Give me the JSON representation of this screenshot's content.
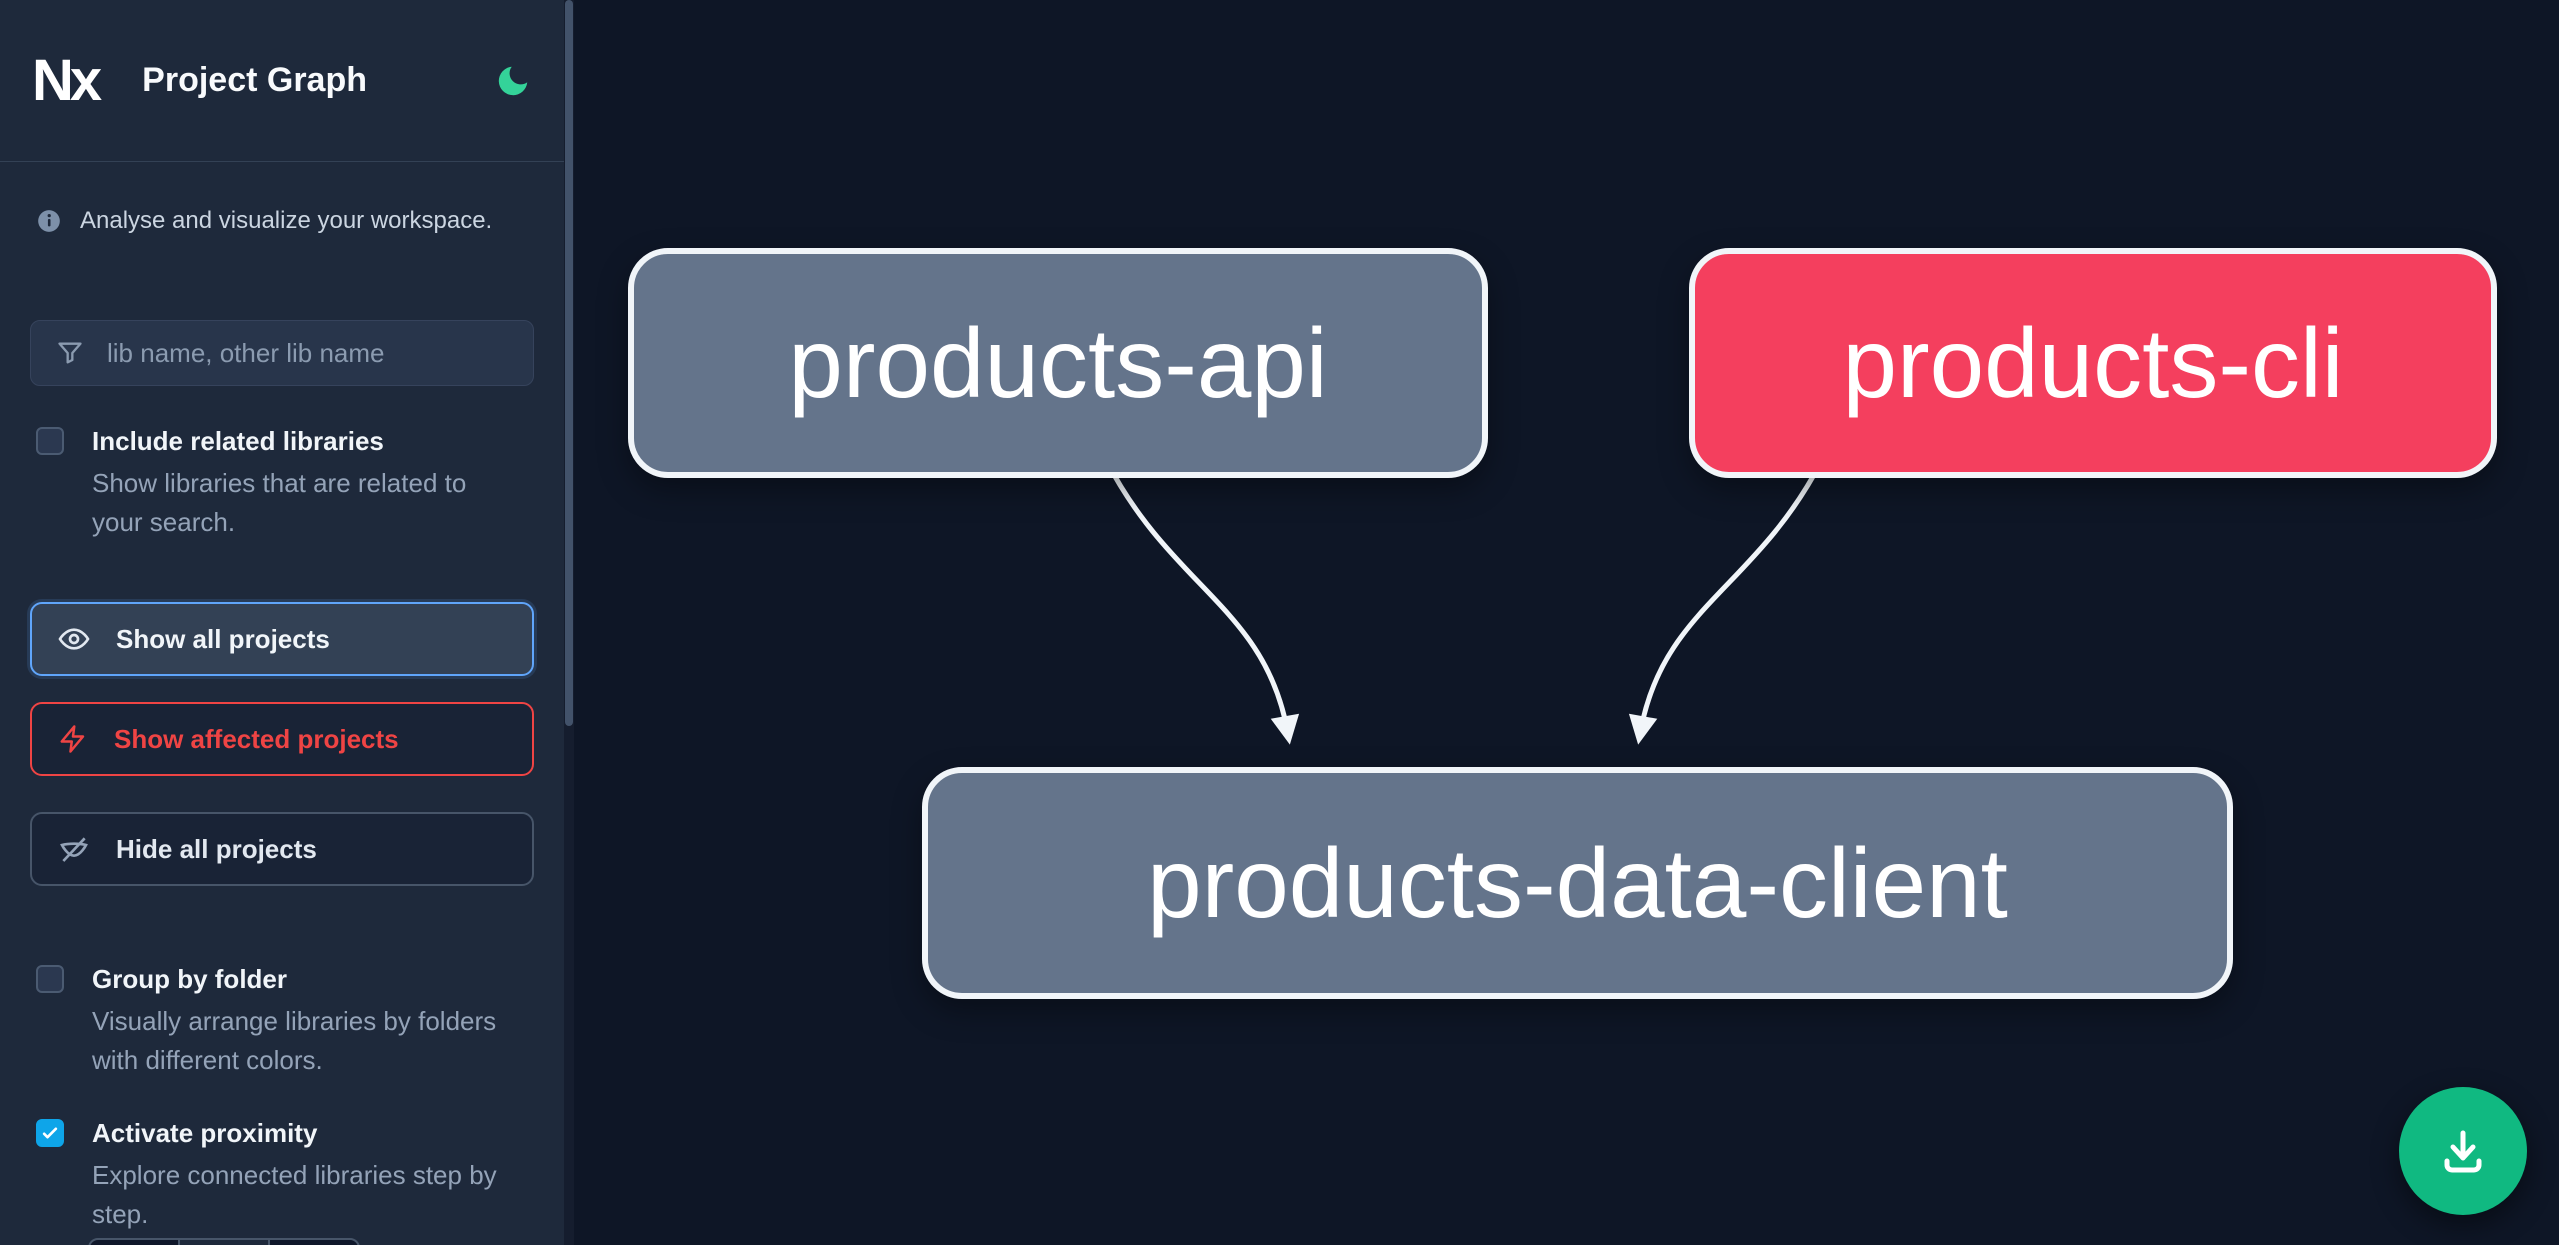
{
  "app": {
    "logo_text": "Nx",
    "title": "Project Graph",
    "theme_icon": "moon-icon"
  },
  "sidebar": {
    "tagline": "Analyse and visualize your workspace.",
    "search_placeholder": "lib name, other lib name",
    "include_related": {
      "label": "Include related libraries",
      "description": "Show libraries that are related to your search.",
      "checked": false
    },
    "show_all_label": "Show all projects",
    "show_affected_label": "Show affected projects",
    "hide_all_label": "Hide all projects",
    "group_by_folder": {
      "label": "Group by folder",
      "description": "Visually arrange libraries by folders with different colors.",
      "checked": false
    },
    "activate_proximity": {
      "label": "Activate proximity",
      "description": "Explore connected libraries step by step.",
      "checked": true
    },
    "icons": {
      "info": "info-icon",
      "search": "filter-funnel-icon",
      "show_all": "eye-icon",
      "show_affected": "lightning-bolt-icon",
      "hide_all": "eye-off-icon"
    }
  },
  "graph": {
    "nodes": [
      {
        "label": "products-api",
        "state": "default"
      },
      {
        "label": "products-cli",
        "state": "affected"
      },
      {
        "label": "products-data-client",
        "state": "default"
      }
    ],
    "edges": [
      {
        "from": "products-api",
        "to": "products-data-client"
      },
      {
        "from": "products-cli",
        "to": "products-data-client"
      }
    ]
  },
  "fab": {
    "icon": "download-icon"
  },
  "colors": {
    "sidebar_bg": "#1e293b",
    "canvas_bg": "#0e1626",
    "node_default": "#64748b",
    "node_affected": "#f43f5e",
    "edge": "#f1f5f9",
    "accent_moon": "#34d399",
    "checkbox_checked": "#0ea5e9",
    "affected_red": "#ef4444",
    "focus_blue": "#60a5fa",
    "download_green": "#10b981"
  }
}
